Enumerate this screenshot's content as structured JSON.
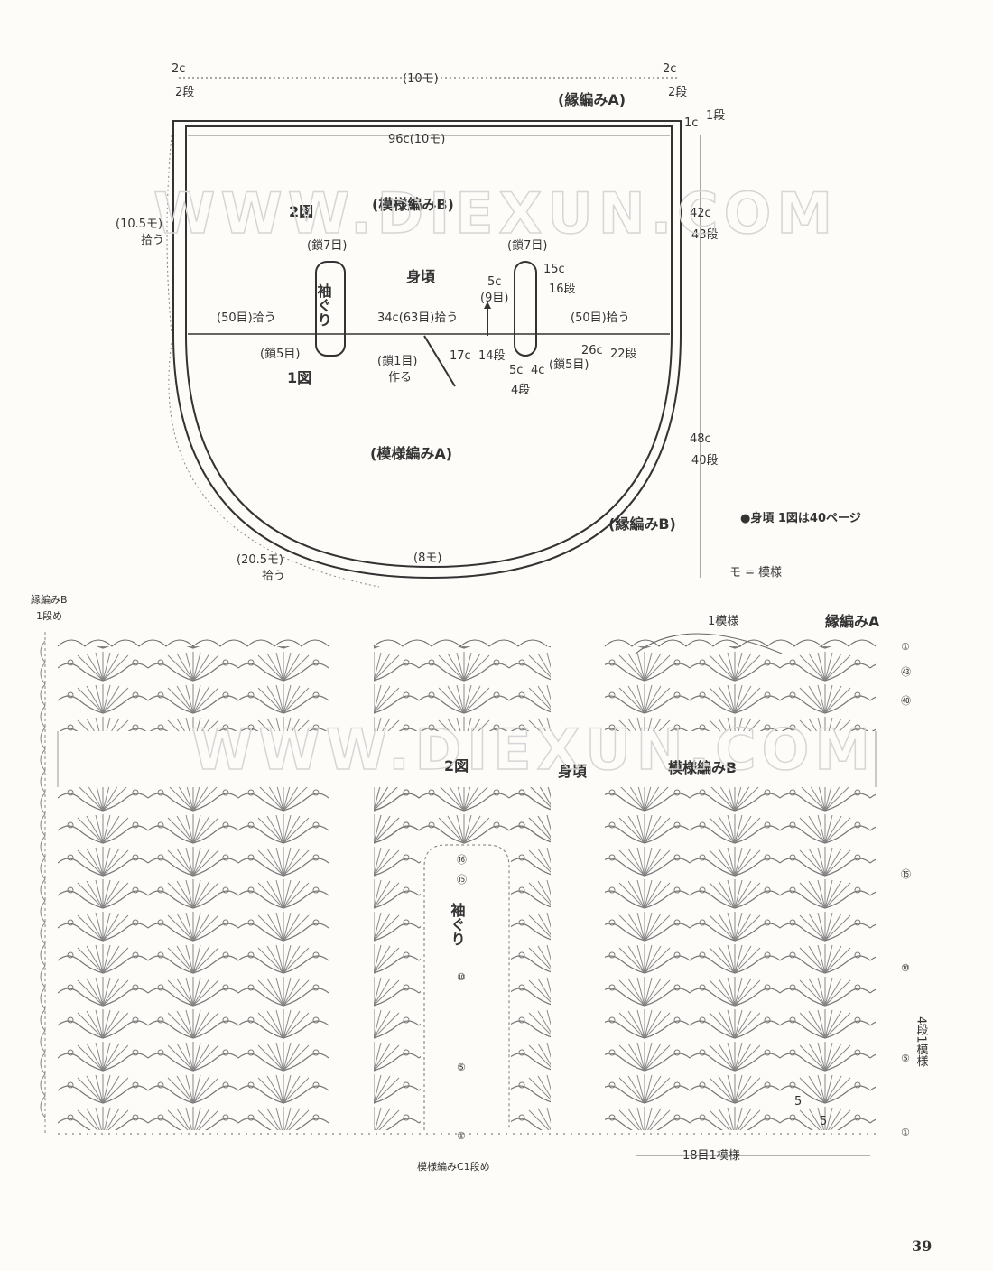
{
  "top": {
    "width_stitches": "(10モ)",
    "left_corner": "2c",
    "left_corner_rows": "2段",
    "right_corner": "2c",
    "right_corner_rows": "2段",
    "border_a": "(縁編みA)",
    "top_width": "96c(10モ)",
    "right_1c": "1c",
    "right_1row": "1段",
    "diagram2": "2図",
    "pattern_b": "(模様編みB)",
    "body": "身頃",
    "left_pickup": "(10.5モ)",
    "pickup": "拾う",
    "chain7_left": "(鎖7目)",
    "chain7_right": "(鎖7目)",
    "armhole": "袖ぐり",
    "left_side_pick": "(50目)拾う",
    "right_side_pick": "(50目)拾う",
    "center_pick": "34c(63目)拾う",
    "chain5_left": "(鎖5目)",
    "chain5_right": "(鎖5目)",
    "diagram1": "1図",
    "chain1": "(鎖1目)",
    "make": "作る",
    "dim_5c": "5c",
    "dim_9": "(9目)",
    "dim_15c": "15c",
    "dim_16": "16段",
    "dim_17c": "17c",
    "dim_14": "14段",
    "dim_5c_b": "5c",
    "dim_4": "4段",
    "dim_4c": "4c",
    "dim_26c": "26c",
    "dim_22": "22段",
    "dim_42c": "42c",
    "dim_43": "43段",
    "dim_48c": "48c",
    "dim_40": "40段",
    "pattern_a": "(模様編みA)",
    "border_b": "(縁編みB)",
    "bottom_pickup": "(20.5モ)",
    "bottom_pickup2": "拾う",
    "bottom_8": "(8モ)",
    "note": "●身頃 1図は40ページ",
    "legend": "モ = 模様"
  },
  "chart": {
    "border_b_label": "縁編みB",
    "border_b_row": "1段め",
    "one_repeat": "1模様",
    "border_a_title": "縁編みA",
    "diagram2": "2図",
    "body": "身頃",
    "pattern_b": "模様編みB",
    "armhole": "袖ぐり",
    "row_1": "①",
    "row_43": "㊸",
    "row_40": "㊵",
    "row_15": "⑮",
    "row_10": "⑩",
    "row_5": "⑤",
    "row_1b": "①",
    "row_16": "⑯",
    "four_rows": "4段1模様",
    "num5a": "5",
    "num5b": "5",
    "pattern_c": "模様編みC1段め",
    "eighteen": "18目1模様"
  },
  "watermark": "WWW.DIEXUN.COM",
  "page_number": "39"
}
